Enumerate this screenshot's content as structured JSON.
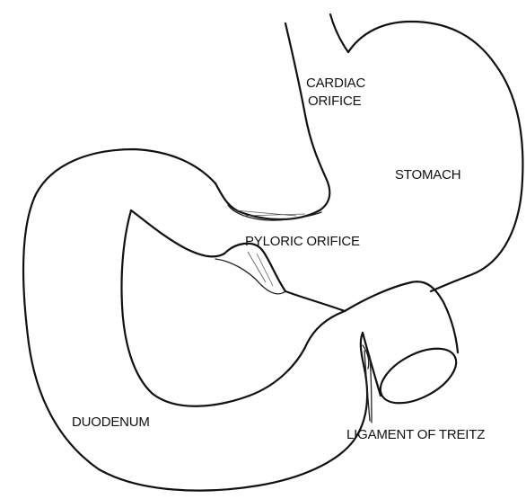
{
  "diagram": {
    "labels": {
      "cardiac_orifice_line1": "CARDIAC",
      "cardiac_orifice_line2": "ORIFICE",
      "stomach": "STOMACH",
      "pyloric_orifice": "PYLORIC ORIFICE",
      "duodenum": "DUODENUM",
      "ligament_of_treitz": "LIGAMENT OF TREITZ"
    },
    "colors": {
      "line": "#111111",
      "background": "#ffffff"
    }
  }
}
